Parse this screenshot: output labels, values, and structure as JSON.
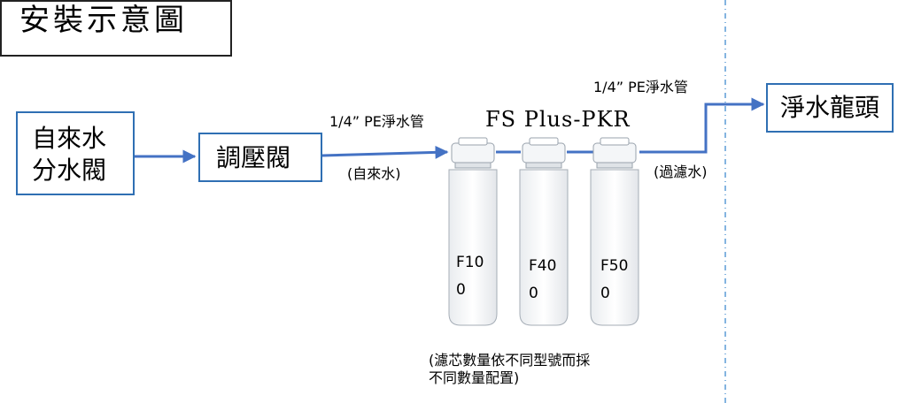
{
  "title_box": {
    "text": "安裝示意圖"
  },
  "source_box": {
    "line1": "自來水",
    "line2": "分水閥"
  },
  "regulator_box": {
    "label": "調壓閥"
  },
  "faucet_box": {
    "label": "淨水龍頭"
  },
  "model_label": "FS Plus-PKR",
  "pipe_label_in": "1/4” PE淨水管",
  "pipe_label_out": "1/4” PE淨水管",
  "flow_label_in": "(自來水)",
  "flow_label_out": "(過濾水)",
  "filters": [
    {
      "line1": "F10",
      "line2": "0"
    },
    {
      "line1": "F40",
      "line2": "0"
    },
    {
      "line1": "F50",
      "line2": "0"
    }
  ],
  "note": {
    "line1": "(濾芯數量依不同型號而採",
    "line2": "不同數量配置)"
  },
  "colors": {
    "line": "#4472c4",
    "box_border": "#2f6fb3",
    "divider": "#5b9bd5"
  }
}
